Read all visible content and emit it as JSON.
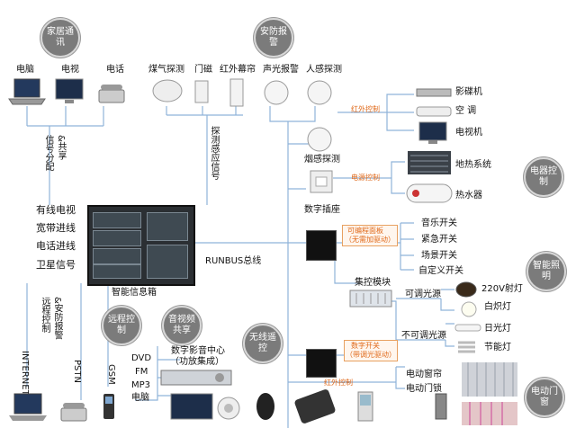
{
  "bubbles": {
    "home_comm": "家居通讯",
    "security": "安防报警",
    "appliance_ctrl": "电器控制",
    "lighting": "智能照明",
    "remote_ctrl": "远程控制",
    "av_share": "音视频共享",
    "wireless_remote": "无线遥控",
    "curtain": "电动门窗"
  },
  "comm_devices": {
    "computer": "电脑",
    "tv": "电视",
    "phone": "电话"
  },
  "security_devices": {
    "gas": "煤气探测",
    "door": "门磁",
    "ir_curtain": "红外幕帘",
    "sound_light": "声光报警",
    "human": "人感探测",
    "smoke": "烟感探测"
  },
  "signal_labels": {
    "signal_dist": "信号分配",
    "share": "&共享",
    "sensor_signal": "探测感应信号",
    "remote_label": "远程控制",
    "security_alarm": "&安防报警"
  },
  "cabinet": {
    "title": "智能信息箱",
    "lines": [
      "有线电视",
      "宽带进线",
      "电话进线",
      "卫星信号"
    ],
    "bus": "RUNBUS总线"
  },
  "outlets": {
    "socket": "数字插座"
  },
  "appliances": {
    "projector": "影碟机",
    "ac": "空 调",
    "tv": "电视机",
    "floor_heat": "地热系统",
    "water_heater": "热水器"
  },
  "orange_labels": {
    "ir": "红外控制",
    "power": "电源控制",
    "panel1": "可编程面板",
    "panel1b": "（无需加驱动）",
    "panel2": "数字开关",
    "panel2b": "（带调光驱动）",
    "ir2": "红外控制"
  },
  "switches": [
    "音乐开关",
    "紧急开关",
    "场景开关",
    "自定义开关"
  ],
  "lighting": {
    "module": "集控模块",
    "dimmable": "可调光源",
    "non_dimmable": "不可调光源",
    "spot": "220V射灯",
    "incandescent": "白炽灯",
    "fluorescent": "日光灯",
    "energy": "节能灯"
  },
  "curtain_items": {
    "curtain": "电动窗帘",
    "lock": "电动门锁"
  },
  "remote_items": {
    "internet": "INTERNET",
    "pstn": "PSTN",
    "gsm": "GSM"
  },
  "av": {
    "center": "数字影音中心",
    "center_sub": "（功放集成）",
    "sources": [
      "DVD",
      "FM",
      "MP3",
      "电脑"
    ]
  },
  "colors": {
    "wire": "#8fb3d9",
    "orange": "#e06a1b",
    "bubble": "#7b7b7b"
  }
}
